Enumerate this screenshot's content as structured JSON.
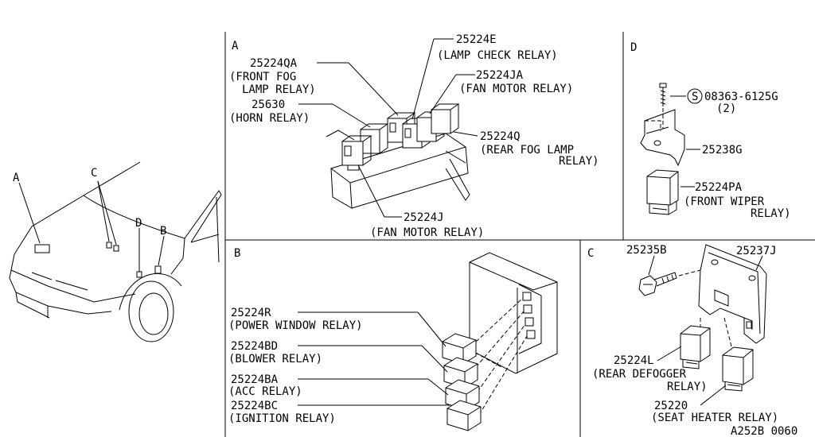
{
  "sections": {
    "a": "A",
    "b": "B",
    "c": "C",
    "d": "D"
  },
  "overview": {
    "a": "A",
    "b": "B",
    "c": "C",
    "d": "D"
  },
  "panel_a": {
    "p_25224e": "25224E",
    "l_25224e": "(LAMP CHECK RELAY)",
    "p_25224qa": "25224QA",
    "l_25224qa_1": "(FRONT FOG",
    "l_25224qa_2": "LAMP RELAY)",
    "p_25224ja": "25224JA",
    "l_25224ja": "(FAN MOTOR RELAY)",
    "p_25630": "25630",
    "l_25630": "(HORN RELAY)",
    "p_25224q": "25224Q",
    "l_25224q_1": "(REAR FOG LAMP",
    "l_25224q_2": "RELAY)",
    "p_25224j": "25224J",
    "l_25224j": "(FAN MOTOR RELAY)"
  },
  "panel_d": {
    "bolt_symbol": "S",
    "p_08363": "08363-6125G",
    "q_08363": "(2)",
    "p_25238g": "25238G",
    "p_25224pa": "25224PA",
    "l_25224pa_1": "(FRONT WIPER",
    "l_25224pa_2": "RELAY)"
  },
  "panel_b": {
    "p_25224r": "25224R",
    "l_25224r": "(POWER WINDOW RELAY)",
    "p_25224bd": "25224BD",
    "l_25224bd": "(BLOWER RELAY)",
    "p_25224ba": "25224BA",
    "l_25224ba": "(ACC RELAY)",
    "p_25224bc": "25224BC",
    "l_25224bc": "(IGNITION RELAY)"
  },
  "panel_c": {
    "p_25235b": "25235B",
    "p_25237j": "25237J",
    "p_25224l": "25224L",
    "l_25224l_1": "(REAR DEFOGGER",
    "l_25224l_2": "RELAY)",
    "p_25220": "25220",
    "l_25220": "(SEAT HEATER RELAY)"
  },
  "footer": {
    "code": "A252B 0060"
  }
}
